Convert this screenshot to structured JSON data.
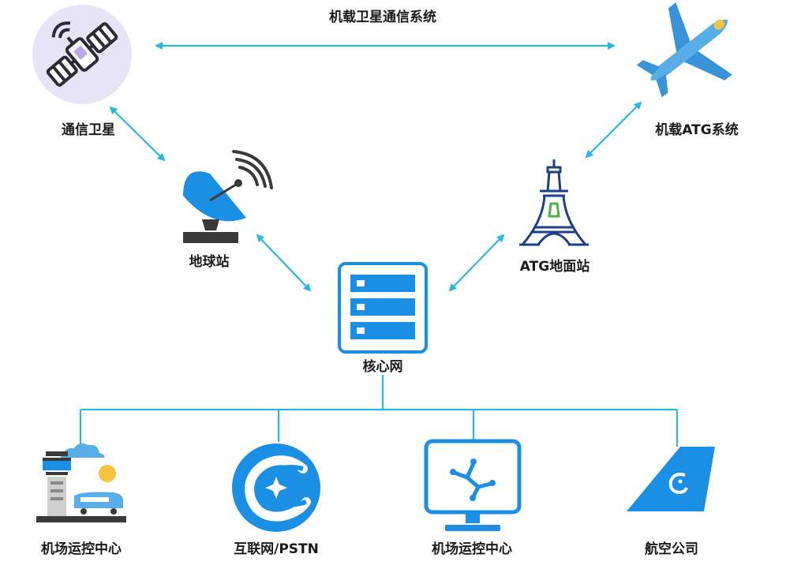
{
  "diagram": {
    "top_link_label": "机载卫星通信系统",
    "nodes": {
      "satellite": {
        "label": "通信卫星",
        "icon": "satellite-icon"
      },
      "airplane": {
        "label": "机载ATG系统",
        "icon": "airplane-icon"
      },
      "earth_station": {
        "label": "地球站",
        "icon": "satellite-dish-icon"
      },
      "atg_station": {
        "label": "ATG地面站",
        "icon": "tower-icon"
      },
      "core_network": {
        "label": "核心网",
        "icon": "server-icon"
      }
    },
    "endpoints": [
      {
        "label": "机场运控中心",
        "icon": "airport-tower-icon"
      },
      {
        "label": "互联网/PSTN",
        "icon": "internet-globe-icon"
      },
      {
        "label": "机场运控中心",
        "icon": "monitor-network-icon"
      },
      {
        "label": "航空公司",
        "icon": "airline-tail-icon"
      }
    ],
    "colors": {
      "link": "#29b6e3",
      "accent_blue": "#1a8fe3",
      "satellite_bg": "#e8e4f7",
      "plane": "#5aaee8",
      "tower": "#1c3f8a"
    }
  }
}
